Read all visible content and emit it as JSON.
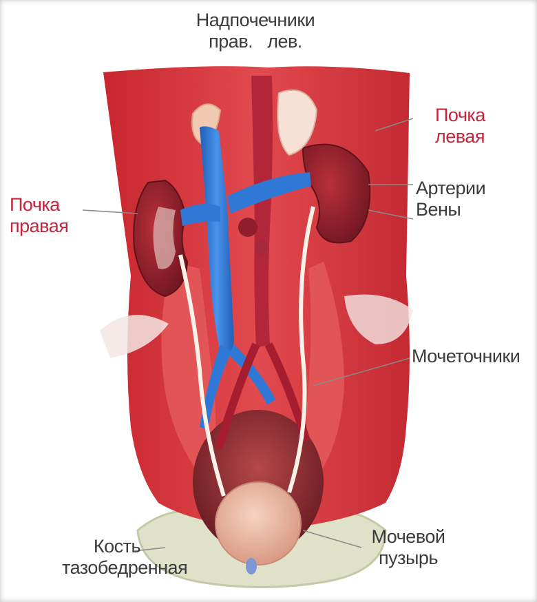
{
  "labels": {
    "adrenal_title": "Надпочечники",
    "adrenal_right": "прав.",
    "adrenal_left": "лев.",
    "kidney_left_line1": "Почка",
    "kidney_left_line2": "левая",
    "arteries": "Артерии",
    "veins": "Вены",
    "kidney_right_line1": "Почка",
    "kidney_right_line2": "правая",
    "ureters": "Мочеточники",
    "pelvic_bone_line1": "Кость",
    "pelvic_bone_line2": "тазобедренная",
    "bladder_line1": "Мочевой",
    "bladder_line2": "пузырь"
  },
  "colors": {
    "kidney_label": "#c3253a",
    "text": "#3b3b3b",
    "muscle": "#d8323d",
    "vein": "#2f78d6",
    "kidney": "#9b2530",
    "bladder": "#e9b5a0",
    "bone": "#dde0c6"
  }
}
